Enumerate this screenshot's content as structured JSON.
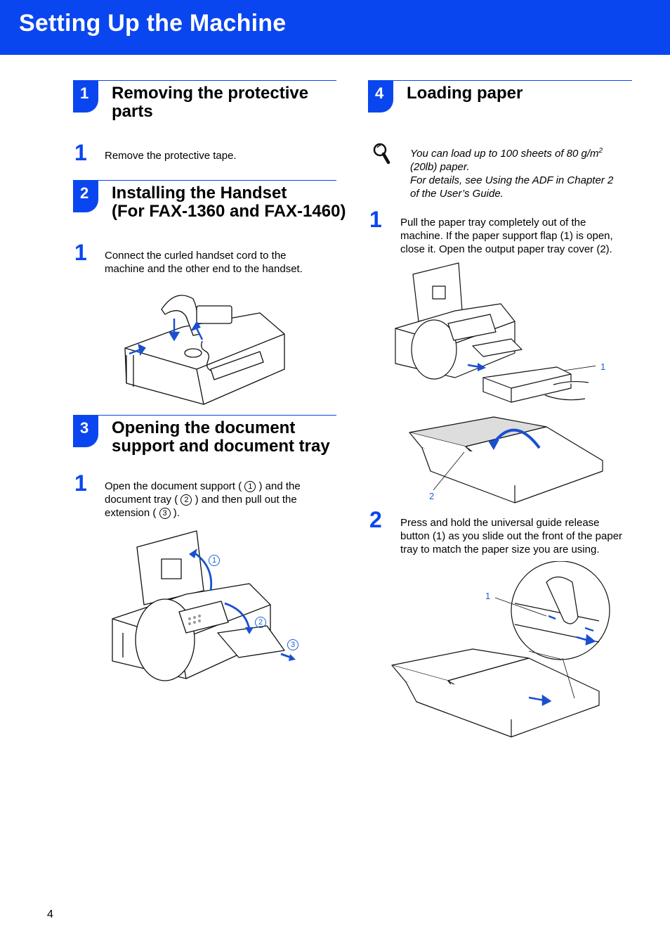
{
  "header": {
    "title": "Setting Up the Machine"
  },
  "sections": {
    "s1": {
      "number": "1",
      "title_line1": "Removing the protective",
      "title_line2": "parts",
      "step1": {
        "num": "1",
        "text": "Remove the protective tape."
      }
    },
    "s2": {
      "number": "2",
      "title_line1": "Installing the Handset",
      "title_line2": "(For FAX-1360 and FAX-1460)",
      "step1": {
        "num": "1",
        "line1": "Connect the curled handset cord to the",
        "line2": "machine and the other end to the handset."
      }
    },
    "s3": {
      "number": "3",
      "title_line1": "Opening the document",
      "title_line2": "support and document tray",
      "step1": {
        "num": "1",
        "l1a": "Open the document support (",
        "c1": "1",
        "l1b": ") and the",
        "l2a": "document tray (",
        "c2": "2",
        "l2b": ") and then pull out the",
        "l3a": "extension (",
        "c3": "3",
        "l3b": ")."
      },
      "callouts": {
        "c1": "1",
        "c2": "2",
        "c3": "3"
      }
    },
    "s4": {
      "number": "4",
      "title": "Loading paper",
      "note": {
        "line1": "You can load up to 100 sheets of  80 g/m",
        "sup": "2",
        "line2": "(20lb) paper.",
        "line3": "For details, see Using the ADF in Chapter 2",
        "line4": "of the User’s Guide."
      },
      "step1": {
        "num": "1",
        "line1": "Pull the paper tray completely out of the",
        "line2": "machine. If the paper support flap (1) is open,",
        "line3": "close it. Open the output paper tray cover (2)."
      },
      "step2": {
        "num": "2",
        "line1": "Press and hold the universal guide release",
        "line2": "button (1) as you slide out the front of the paper",
        "line3": "tray to match the paper size you are using."
      },
      "callouts": {
        "a1": "1",
        "a2": "2",
        "b1": "1"
      }
    }
  },
  "footer": {
    "page_number": "4"
  },
  "colors": {
    "brand_blue": "#0a46f0",
    "callout_blue": "#1a5fd6"
  },
  "icons": {
    "note": "magnifier-icon"
  }
}
